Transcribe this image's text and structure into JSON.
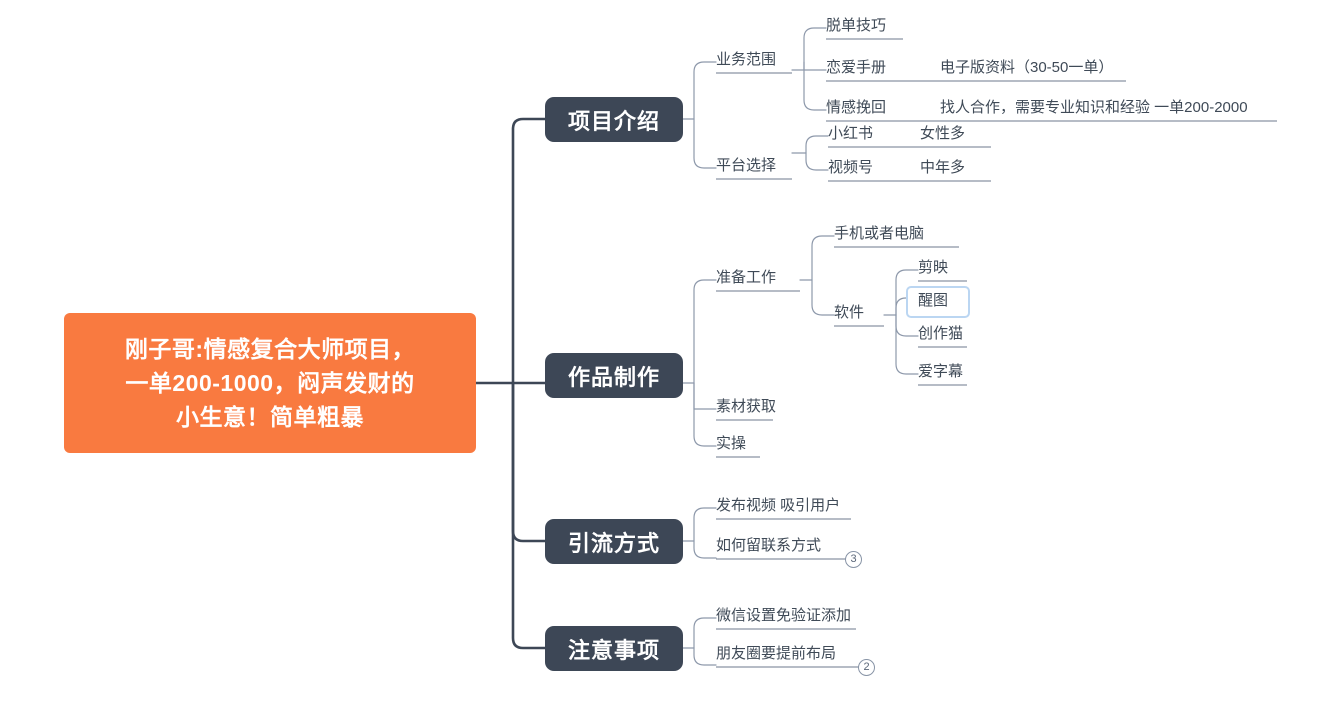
{
  "document": {
    "type": "mindmap",
    "background": "#ffffff",
    "colors": {
      "root_fill": "#F97A40",
      "root_text": "#ffffff",
      "branch_fill": "#3D4756",
      "branch_text": "#ffffff",
      "topic_text": "#3F4A57",
      "connector": "#8E99AB",
      "trunk": "#3D4756",
      "selection_border": "#BBD6F2"
    }
  },
  "root": {
    "label": "刚子哥:情感复合大师项目，一单200-1000，闷声发财的小生意！简单粗暴",
    "lines": [
      "刚子哥:情感复合大师项目，",
      "一单200-1000，闷声发财的",
      "小生意！简单粗暴"
    ]
  },
  "branches": [
    {
      "label": "项目介绍",
      "children": [
        {
          "label": "业务范围",
          "children": [
            {
              "label": "脱单技巧",
              "detail": ""
            },
            {
              "label": "恋爱手册",
              "detail": "电子版资料（30-50一单）"
            },
            {
              "label": "情感挽回",
              "detail": "找人合作，需要专业知识和经验 一单200-2000"
            }
          ]
        },
        {
          "label": "平台选择",
          "children": [
            {
              "label": "小红书",
              "detail": "女性多"
            },
            {
              "label": "视频号",
              "detail": "中年多"
            }
          ]
        }
      ]
    },
    {
      "label": "作品制作",
      "children": [
        {
          "label": "准备工作",
          "children": [
            {
              "label": "手机或者电脑",
              "detail": ""
            },
            {
              "label": "软件",
              "detail": "",
              "children": [
                {
                  "label": "剪映",
                  "selected": false
                },
                {
                  "label": "醒图",
                  "selected": true
                },
                {
                  "label": "创作猫",
                  "selected": false
                },
                {
                  "label": "爱字幕",
                  "selected": false
                }
              ]
            }
          ]
        },
        {
          "label": "素材获取",
          "children": []
        },
        {
          "label": "实操",
          "children": []
        }
      ]
    },
    {
      "label": "引流方式",
      "children": [
        {
          "label": "发布视频 吸引用户",
          "badge": ""
        },
        {
          "label": "如何留联系方式",
          "badge": "3"
        }
      ]
    },
    {
      "label": "注意事项",
      "children": [
        {
          "label": "微信设置免验证添加",
          "badge": ""
        },
        {
          "label": "朋友圈要提前布局",
          "badge": "2"
        }
      ]
    }
  ]
}
